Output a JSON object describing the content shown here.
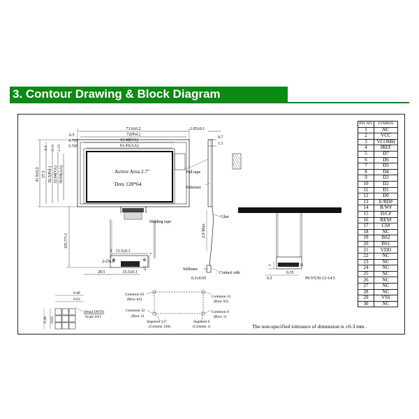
{
  "header": {
    "title": "3. Contour Drawing & Block Diagram"
  },
  "colors": {
    "banner": "#0b8a14",
    "banner_text": "#ffffff",
    "line": "#000000"
  },
  "front_view": {
    "overall_width": "73.0±0.2",
    "pol_width": "72(Pol.)",
    "va_width": "63.48(VA)",
    "aa_width": "61.41(AA)",
    "offset_a": "0.5",
    "offset_b": "4.795",
    "offset_c": "5.795",
    "active_area_label": "Active Area 2.7\"",
    "dots_label": "Dots 128*64",
    "height_total": "41.9±0.2",
    "height_pol": "37.3",
    "height_1": "36.5(Pol.)",
    "height_va": "32.04(VA)",
    "height_aa": "30.04(AA)",
    "top_offset_1": "0.5",
    "top_offset_2": "3.19",
    "top_offset_3": "2.19",
    "shading_tape": "Shading tape",
    "fpc_length": "105.57±1",
    "fpc_width_1": "13.5±0.1",
    "pitch_label": "2-∅0.8",
    "dim_1": "1",
    "dim_7": "7",
    "dim_28": "28.5",
    "fpc_width_2": "15.5±0.1",
    "dim_45": "4.5"
  },
  "side_view": {
    "thickness": "2.05±0.1",
    "dim_07": "0.7",
    "dim_11": "1.1",
    "pull_tape": "Pull tape",
    "polarizer": "Polarizer",
    "glue": "Glue",
    "bend": "2.0 Max.",
    "stiffener": "Stiffener",
    "contact_side": "Contact side",
    "stiffener_thk": "0.3±0.05"
  },
  "fpc_end": {
    "dim_3": "3",
    "dim_05": "0.5",
    "dim_035": "0.35",
    "pitch": "P0.5*(30-1)=14.5",
    "pin_1": "1",
    "pin_30": "30"
  },
  "detail": {
    "dot_size": "0.48",
    "dot_gap": "0.03",
    "caption_1": "Detail DOTS",
    "caption_2": "Scale 10/1"
  },
  "com_map": {
    "tl_1": "Common 63",
    "tl_2": "(Row 64)",
    "tr_1": "Common 31",
    "tr_2": "(Row 63)",
    "ml_1": "Common 32",
    "ml_2": "(Row 2)",
    "mr_1": "Common 0",
    "mr_2": "(Row 1)",
    "bl_1": "Segment 127",
    "bl_2": "(Column 128)",
    "br_1": "Segment 0",
    "br_2": "(Column 1)"
  },
  "tolerance_note": "The non-specified tolerance of dimension is ±0.3 mm .",
  "pin_table": {
    "head_no": "PIN NO.",
    "head_symbol": "SYMBOL",
    "rows": [
      {
        "no": "1",
        "symbol": "NC"
      },
      {
        "no": "2",
        "symbol": "VCC"
      },
      {
        "no": "3",
        "symbol": "VCOMH"
      },
      {
        "no": "4",
        "symbol": "IREF"
      },
      {
        "no": "5",
        "symbol": "D7"
      },
      {
        "no": "6",
        "symbol": "D6"
      },
      {
        "no": "7",
        "symbol": "D5"
      },
      {
        "no": "8",
        "symbol": "D4"
      },
      {
        "no": "9",
        "symbol": "D3"
      },
      {
        "no": "10",
        "symbol": "D2"
      },
      {
        "no": "11",
        "symbol": "D1"
      },
      {
        "no": "12",
        "symbol": "D0"
      },
      {
        "no": "13",
        "symbol": "E/RD#"
      },
      {
        "no": "14",
        "symbol": "R/W#"
      },
      {
        "no": "15",
        "symbol": "D/C#"
      },
      {
        "no": "16",
        "symbol": "RES#"
      },
      {
        "no": "17",
        "symbol": "CS#"
      },
      {
        "no": "18",
        "symbol": "NC"
      },
      {
        "no": "19",
        "symbol": "BS2"
      },
      {
        "no": "20",
        "symbol": "BS1"
      },
      {
        "no": "21",
        "symbol": "VDD"
      },
      {
        "no": "22",
        "symbol": "NC"
      },
      {
        "no": "23",
        "symbol": "NC"
      },
      {
        "no": "24",
        "symbol": "NC"
      },
      {
        "no": "25",
        "symbol": "NC"
      },
      {
        "no": "26",
        "symbol": "NC"
      },
      {
        "no": "27",
        "symbol": "NC"
      },
      {
        "no": "28",
        "symbol": "NC"
      },
      {
        "no": "29",
        "symbol": "VSS"
      },
      {
        "no": "30",
        "symbol": "NC"
      }
    ]
  }
}
